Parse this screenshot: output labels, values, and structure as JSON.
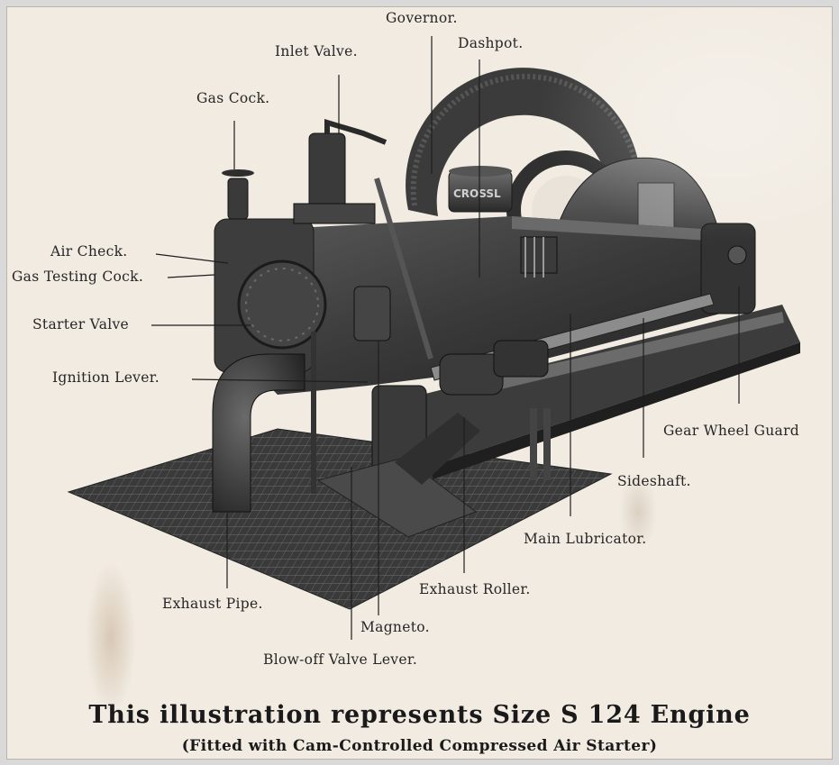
{
  "labels": {
    "governor": "Governor.",
    "inlet_valve": "Inlet Valve.",
    "dashpot": "Dashpot.",
    "gas_cock": "Gas Cock.",
    "air_check": "Air Check.",
    "gas_testing_cock": "Gas Testing Cock.",
    "starter_valve": "Starter Valve",
    "ignition_lever": "Ignition Lever.",
    "gear_wheel_guard": "Gear Wheel Guard",
    "sideshaft": "Sideshaft.",
    "main_lubricator": "Main Lubricator.",
    "exhaust_roller": "Exhaust Roller.",
    "exhaust_pipe": "Exhaust Pipe.",
    "magneto": "Magneto.",
    "blow_off_valve_lever": "Blow-off Valve Lever."
  },
  "engine_nameplate": "CROSSL",
  "caption": {
    "title": "This illustration represents Size S 124 Engine",
    "subtitle": "(Fitted with Cam-Controlled Compressed Air Starter)"
  },
  "colors": {
    "paper": "#f1ebe2",
    "ink": "#262626",
    "engine_dark": "#2e2e2e",
    "engine_mid": "#4a4a4a",
    "engine_light": "#777777"
  }
}
